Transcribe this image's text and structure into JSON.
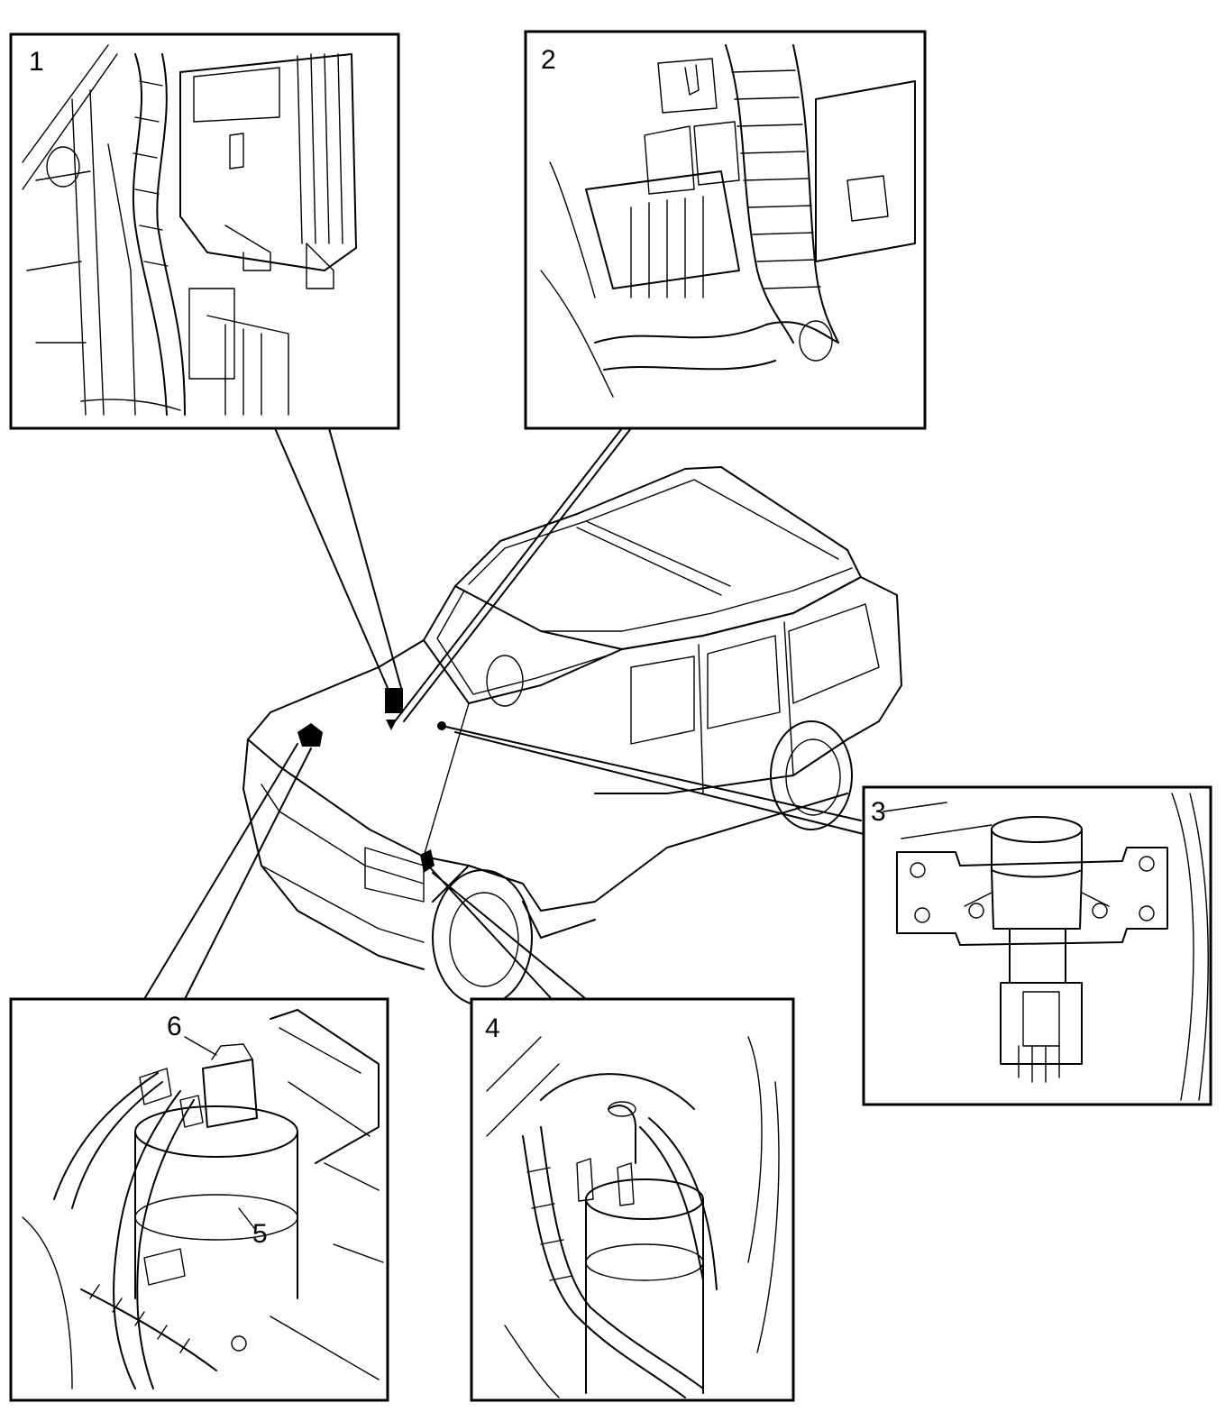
{
  "callouts": {
    "panel_1": "1",
    "panel_2": "2",
    "panel_3": "3",
    "panel_4": "4",
    "panel_5_part": "5",
    "panel_6_part": "6"
  }
}
